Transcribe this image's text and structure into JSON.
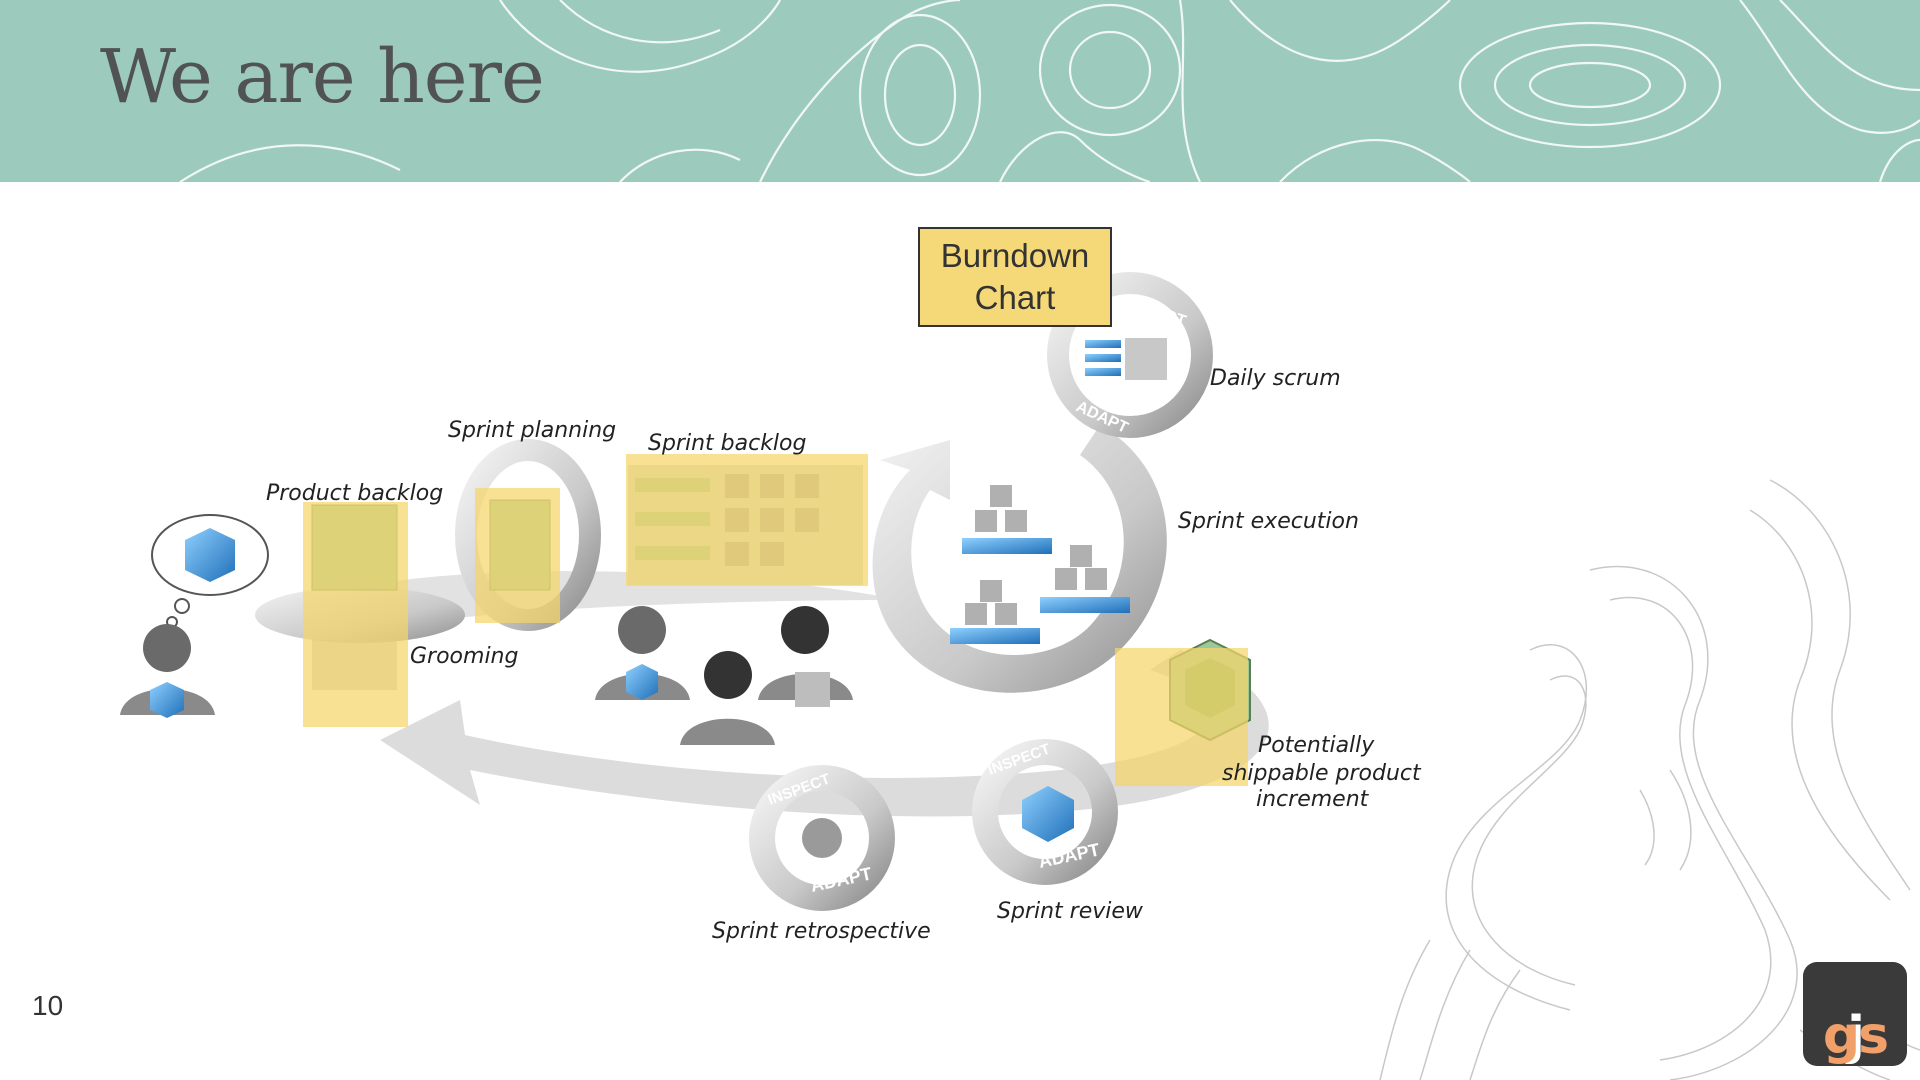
{
  "slide": {
    "title": "We are here",
    "page_number": "10"
  },
  "diagram": {
    "labels": {
      "product_backlog": "Product backlog",
      "sprint_planning": "Sprint planning",
      "sprint_backlog": "Sprint backlog",
      "grooming": "Grooming",
      "daily_scrum": "Daily scrum",
      "sprint_execution": "Sprint execution",
      "potentially_line1": "Potentially",
      "potentially_line2": "shippable product",
      "potentially_line3": "increment",
      "sprint_review": "Sprint review",
      "sprint_retrospective": "Sprint retrospective",
      "inspect": "INSPECT",
      "adapt": "ADAPT"
    },
    "callout": {
      "line1": "Burndown",
      "line2": "Chart"
    },
    "highlight_color": "#f5d66a",
    "accent_blue": "#3b8fd6"
  },
  "logo": {
    "j": "j",
    "gs": "gs"
  },
  "colors": {
    "header_bg": "#9ccabc",
    "title_text": "#505253"
  }
}
